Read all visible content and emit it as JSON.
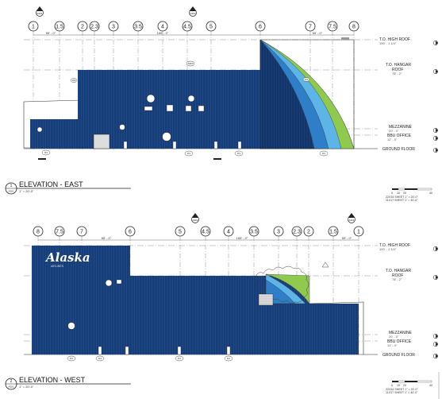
{
  "colors": {
    "cladding": "#173d78",
    "cladding_dark": "#0e2c5c",
    "panel_line": "#2c5a98",
    "glass_blue": "#2f7fc8",
    "glass_light": "#5cb5e6",
    "glass_green": "#8fc94e",
    "line": "#222222"
  },
  "east": {
    "title": "ELEVATION - EAST",
    "drawing_number": "1",
    "sheet_ref": "A301",
    "scale": "1\" = 20'-0\"",
    "grid_lines": [
      "1",
      "1.5",
      "2",
      "2.3",
      "3",
      "3.5",
      "4",
      "4.5",
      "5",
      "6",
      "7",
      "7.5",
      "8"
    ],
    "dims": [
      "55' - 0\"",
      "165' - 0\"",
      "65' - 0\""
    ],
    "levels": {
      "high_roof": "T.O. HIGH ROOF",
      "high_roof_elev": "100' - 1 1/4\"",
      "hangar_1": "T.O. HANGAR",
      "hangar_2": "ROOF",
      "hangar_elev": "78' - 2\"",
      "mezzanine": "MEZZANINE",
      "mezzanine_elev": "20' - 0\"",
      "bbu_office": "BBU OFFICE",
      "bbu_elev": "12' - 0\"",
      "ground": "GROUND FLOOR"
    },
    "scale_notes": [
      "22X34 SHEET    1\" = 20'-0\"",
      "11X17 SHEET    1\" = 40'-0\""
    ],
    "scale_bar": [
      "0",
      "10",
      "20",
      "40"
    ]
  },
  "west": {
    "title": "ELEVATION - WEST",
    "drawing_number": "2",
    "sheet_ref": "A301",
    "scale": "1\" = 20'-0\"",
    "grid_lines": [
      "8",
      "7.5",
      "7",
      "6",
      "5",
      "4.5",
      "4",
      "3.5",
      "3",
      "2.3",
      "2",
      "1.5",
      "1"
    ],
    "dims": [
      "65' - 0\"",
      "165' - 0\"",
      "55' - 0\""
    ],
    "brand": "Alaska",
    "brand_sub": "AIRLINES",
    "levels": {
      "high_roof": "T.O. HIGH ROOF",
      "high_roof_elev": "100' - 1 1/4\"",
      "hangar_1": "T.O. HANGAR",
      "hangar_2": "ROOF",
      "hangar_elev": "78' - 2\"",
      "mezzanine": "MEZZANINE",
      "mezzanine_elev": "20' - 0\"",
      "bbu_office": "BBU OFFICE",
      "bbu_elev": "12' - 0\"",
      "ground": "GROUND FLOOR"
    },
    "scale_notes": [
      "22X34 SHEET    1\" = 20'-0\"",
      "11X17 SHEET    1\" = 40'-0\""
    ],
    "scale_bar": [
      "0",
      "10",
      "20",
      "40"
    ]
  },
  "section_markers": [
    "A301",
    "A302",
    "A303"
  ],
  "window_tags": [
    "W1",
    "W2",
    "D1"
  ]
}
